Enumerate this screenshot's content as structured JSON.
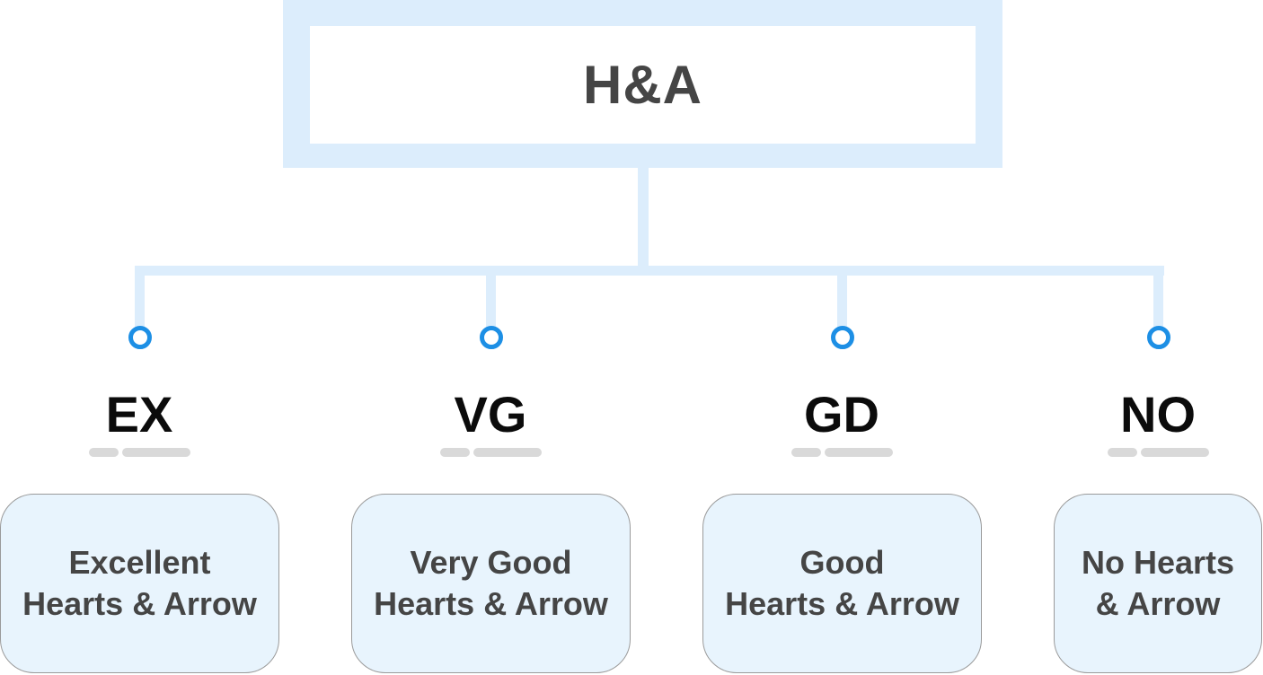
{
  "root": {
    "label": "H&A"
  },
  "grades": [
    {
      "code": "EX",
      "line1": "Excellent",
      "line2": "Hearts & Arrow"
    },
    {
      "code": "VG",
      "line1": "Very Good",
      "line2": "Hearts & Arrow"
    },
    {
      "code": "GD",
      "line1": "Good",
      "line2": "Hearts & Arrow"
    },
    {
      "code": "NO",
      "line1": "No Hearts",
      "line2": "& Arrow"
    }
  ],
  "colors": {
    "connector": "#dcedfc",
    "dot": "#1d8fe5",
    "box_fill": "#e8f4fd",
    "text": "#454545"
  }
}
